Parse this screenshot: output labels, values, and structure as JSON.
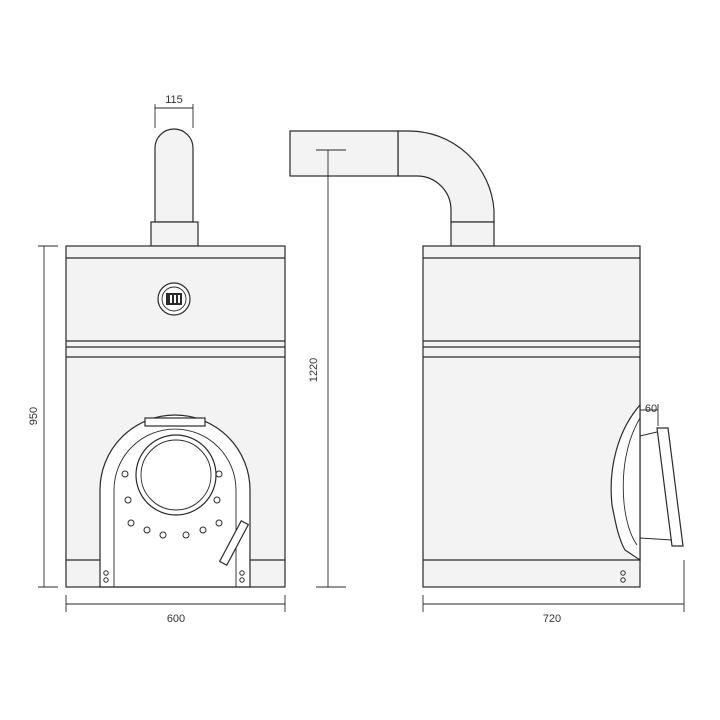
{
  "dimensions": {
    "flue_diameter": "115",
    "overall_height": "950",
    "height_with_flue": "1220",
    "width_front": "600",
    "depth_side": "720",
    "door_projection": "60"
  }
}
